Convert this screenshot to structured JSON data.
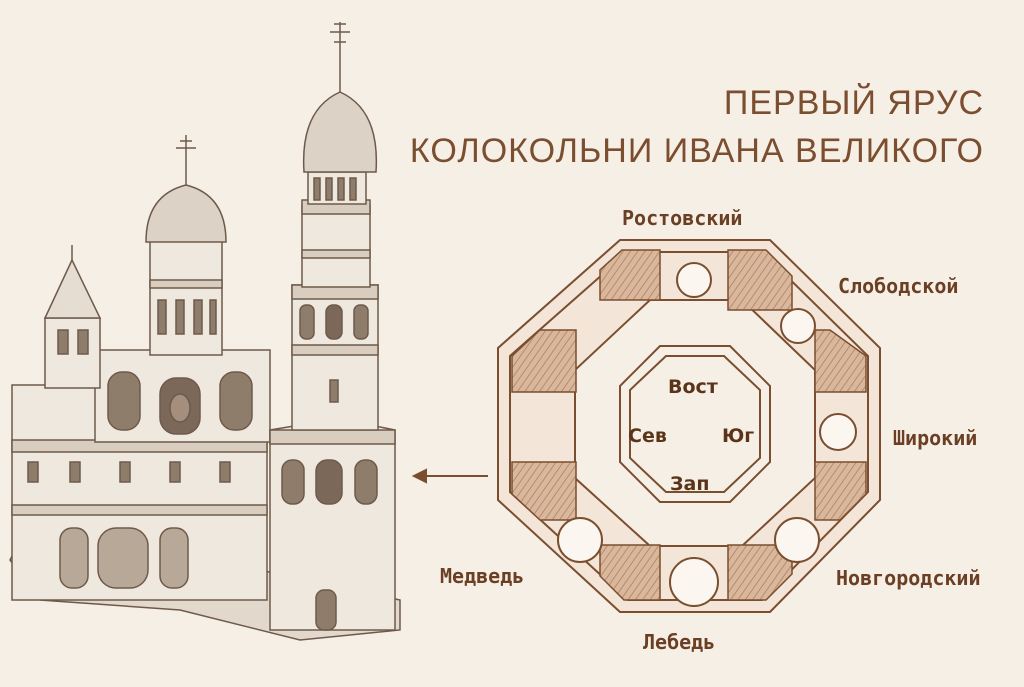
{
  "title": {
    "line1": "ПЕРВЫЙ ЯРУС",
    "line2": "КОЛОКОЛЬНИ ИВАНА ВЕЛИКОГО"
  },
  "bells": {
    "top": "Ростовский",
    "upper_right": "Слободской",
    "right": "Широкий",
    "lower_right": "Новгородский",
    "bottom": "Лебедь",
    "lower_left": "Медведь"
  },
  "directions": {
    "east": "Вост",
    "west": "Сев",
    "south": "Юг",
    "bottom": "Зап"
  },
  "colors": {
    "line": "#7a4e2f",
    "wall_fill": "#cfa68a",
    "background": "#f6efe6"
  },
  "icons": {
    "pointer": "arrow-left-icon"
  }
}
